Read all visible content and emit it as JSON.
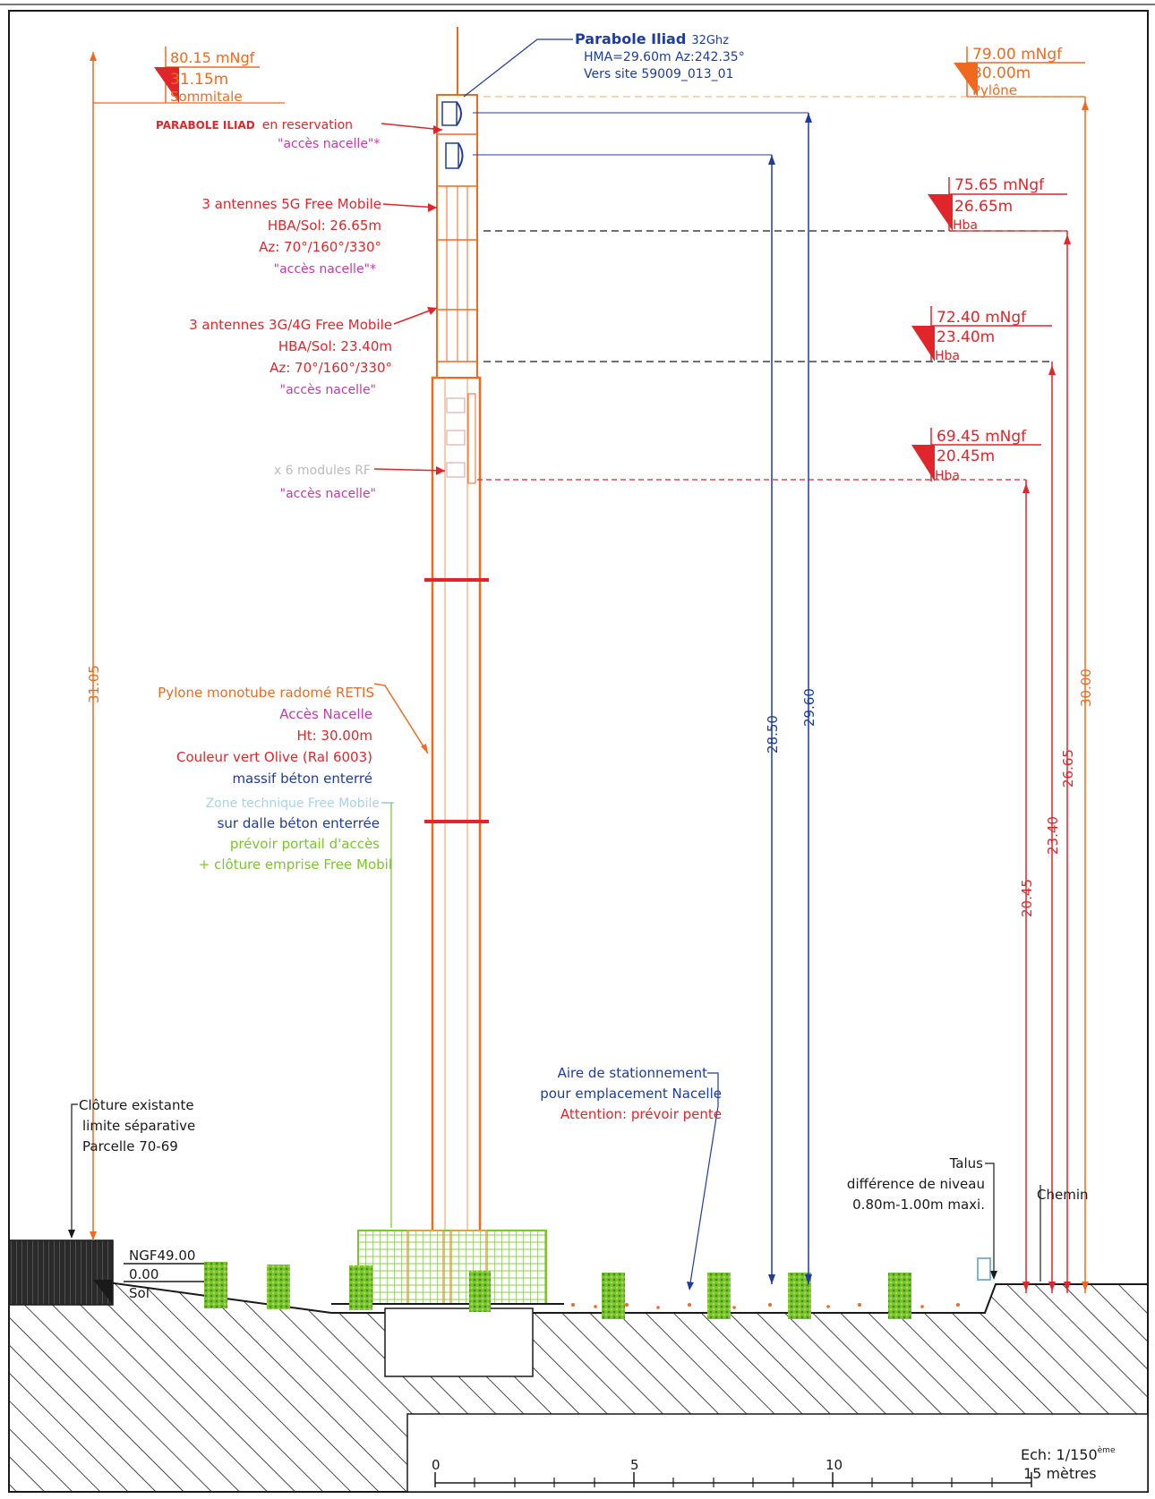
{
  "colors": {
    "red": "#e0262a",
    "orange": "#ef6a1e",
    "magenta": "#c43aa8",
    "blue": "#1e3c9e",
    "lightblue": "#7fb6d8",
    "green": "#7cc62a",
    "bushgreen": "#54a83a",
    "black": "#1a1a1a",
    "pylon": "#f29a55"
  },
  "levels": {
    "sommitale": {
      "ngf": "80.15 mNgf",
      "height": "31.15m",
      "label": "Sommitale"
    },
    "pylone": {
      "ngf": "79.00 mNgf",
      "height": "30.00m",
      "label": "Pylône"
    },
    "hba_5g": {
      "ngf": "75.65 mNgf",
      "height": "26.65m",
      "label": "Hba"
    },
    "hba_4g": {
      "ngf": "72.40 mNgf",
      "height": "23.40m",
      "label": "Hba"
    },
    "hba_rf": {
      "ngf": "69.45 mNgf",
      "height": "20.45m",
      "label": "Hba"
    },
    "sol": {
      "ngf": "NGF49.00",
      "height": "0.00",
      "label": "Sol"
    }
  },
  "dims": {
    "d3105": "31.05",
    "d2850": "28.50",
    "d2960": "29.60",
    "d2045": "20.45",
    "d2340": "23.40",
    "d2665": "26.65",
    "d3000": "30.00"
  },
  "annotations": {
    "parabole_title": "Parabole Iliad",
    "parabole_freq": "32Ghz",
    "parabole_hma": "HMA=29.60m  Az:242.35°",
    "parabole_site": "Vers site  59009_013_01",
    "resa_title": "PARABOLE ILIAD",
    "resa_rest": "en reservation",
    "resa_access": "\"accès nacelle\"*",
    "ant5g_1": "3 antennes 5G Free Mobile",
    "ant5g_2": "HBA/Sol: 26.65m",
    "ant5g_3": "Az: 70°/160°/330°",
    "ant5g_4": "\"accès nacelle\"*",
    "ant4g_1": "3 antennes 3G/4G Free Mobile",
    "ant4g_2": "HBA/Sol: 23.40m",
    "ant4g_3": "Az: 70°/160°/330°",
    "ant4g_4": "\"accès nacelle\"",
    "rf_1": "x 6 modules RF",
    "rf_2": "\"accès nacelle\"",
    "pyl_1": "Pylone monotube radomé RETIS",
    "pyl_2": "Accès   Nacelle",
    "pyl_3": "Ht: 30.00m",
    "pyl_4": "Couleur vert Olive (Ral 6003)",
    "pyl_5": "massif béton enterré",
    "zone_1": "Zone technique Free Mobile",
    "zone_2": "sur dalle béton enterrée",
    "zone_3": "prévoir portail d'accès",
    "zone_4": "+ clôture emprise Free Mobil",
    "cloture_1": "Clôture existante",
    "cloture_2": "limite séparative",
    "cloture_3": "Parcelle 70-69",
    "aire_1": "Aire de stationnement",
    "aire_2": "pour emplacement Nacelle",
    "aire_3": "Attention: prévoir pente",
    "talus_1": "Talus",
    "talus_2": "différence de niveau",
    "talus_3": "0.80m-1.00m maxi.",
    "chemin": "Chemin"
  },
  "scale": {
    "ech": "Ech:  1/150",
    "ech_sup": "ème",
    "unit": "15 mètres",
    "ticks": [
      "0",
      "5",
      "10"
    ]
  }
}
